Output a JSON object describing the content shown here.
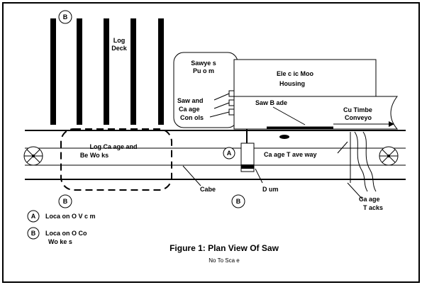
{
  "labels": {
    "marker_b_top": "B",
    "log_deck_1": "Log",
    "log_deck_2": "Deck",
    "sawyer_1": "Sawye  s",
    "sawyer_2": "Pu o m",
    "elec_1": "Ele c  ic Moo",
    "elec_2": "Housing",
    "saw_and": "Saw and",
    "carriage_controls_1": "Ca  age",
    "carriage_controls_2": "Con  ols",
    "saw_blade": "Saw B ade",
    "cut_timber_1": "Cu  Timbe",
    "cut_timber_2": "Conveyo",
    "log_carriage_1": "Log Ca   age and",
    "log_carriage_2": "Be Wo ks",
    "marker_a": "A",
    "carriage_travelway": "Ca  age T ave way",
    "cable": "Cabe",
    "drum": "D um",
    "marker_b_left": "B",
    "marker_b_mid": "B",
    "carriage_tracks_1": "Ca   age",
    "carriage_tracks_2": "T acks"
  },
  "legend": {
    "a_marker": "A",
    "a_text": "Loca  on O  V c  m",
    "b_marker": "B",
    "b_text_1": "Loca  on O  Co",
    "b_text_2": "Wo ke s"
  },
  "caption": {
    "title": "Figure 1: Plan View Of Saw",
    "subtitle": "No  To Sca e"
  }
}
